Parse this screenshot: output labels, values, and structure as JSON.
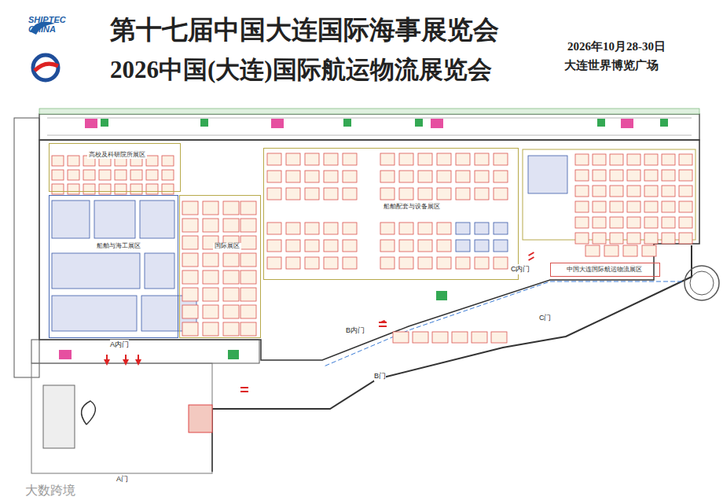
{
  "diagram": {
    "title": "第十七届中国大连国际海事展览会",
    "nodes": [
      {
        "text": [
          "高校及科研院所展区"
        ]
      },
      {
        "text": [
          "船舶与海工展区"
        ]
      },
      {
        "text": [
          "国际展区"
        ]
      },
      {
        "text": [
          "船舶配套与设备展区"
        ]
      },
      {
        "text": [
          "中国大连国际航运物流展区"
        ]
      }
    ],
    "labels": [
      "SHIPTEC CHINA",
      "2026中国(大连)国际航运物流展览会",
      "2026年10月28-30日",
      "大连世界博览广场",
      "A内门",
      "A门",
      "B内门",
      "B门",
      "C内门",
      "C门",
      "大数跨境"
    ]
  }
}
